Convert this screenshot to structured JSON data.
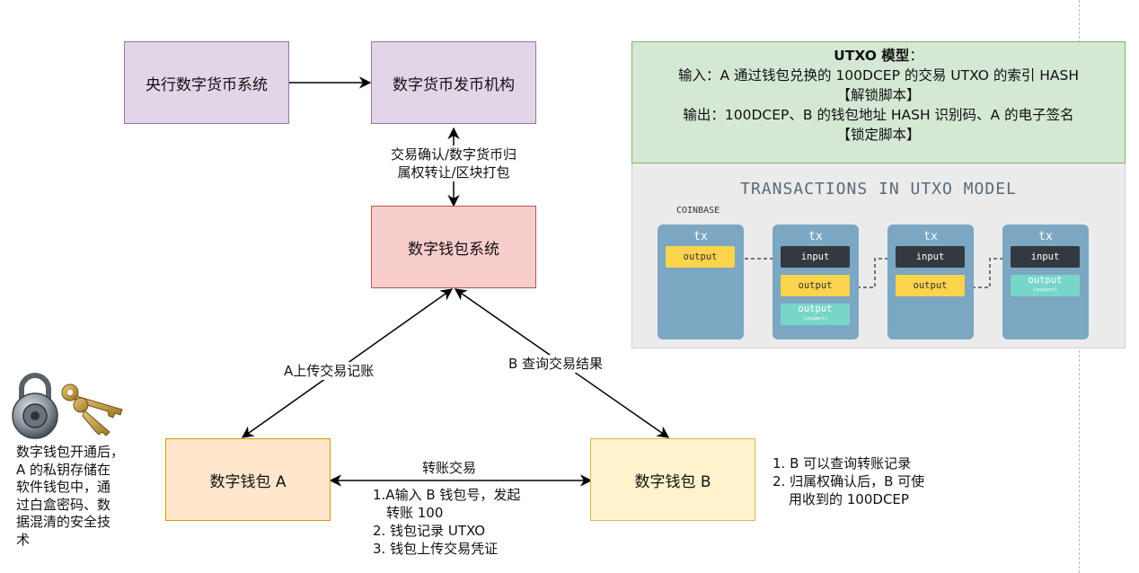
{
  "nodes": {
    "central_bank": "央行数字货币系统",
    "issuer": "数字货币发币机构",
    "wallet_system": "数字钱包系统",
    "wallet_a": "数字钱包 A",
    "wallet_b": "数字钱包 B"
  },
  "edge_labels": {
    "issuer_wallet_line1": "交易确认/数字货币归",
    "issuer_wallet_line2": "属权转让/区块打包",
    "a_upload": "A上传交易记账",
    "b_query": "B 查询交易结果",
    "transfer": "转账交易"
  },
  "transfer_steps": {
    "step1_line1": "1.A输入 B 钱包号，发起",
    "step1_line2": "转账 100",
    "step2": "2. 钱包记录 UTXO",
    "step3": "3. 钱包上传交易凭证"
  },
  "wallet_b_notes": {
    "line1": "1. B 可以查询转账记录",
    "line2": "2. 归属权确认后，B 可使",
    "line3": "用收到的 100DCEP"
  },
  "wallet_a_note": {
    "line1": "数字钱包开通后，",
    "line2": "A 的私钥存储在",
    "line3": "软件钱包中，通",
    "line4": "过白盒密码、数",
    "line5": "据混清的安全技",
    "line6": "术"
  },
  "utxo_model": {
    "title_bold": "UTXO 模型",
    "title_suffix": "：",
    "input_line": "输入：A 通过钱包兑换的 100DCEP 的交易 UTXO 的索引 HASH",
    "unlock_script": "【解锁脚本】",
    "output_line": "输出：100DCEP、B 的钱包地址 HASH 识别码、A 的电子签名",
    "lock_script": "【锁定脚本】"
  },
  "utxo_figure": {
    "title": "TRANSACTIONS IN UTXO MODEL",
    "coinbase_label": "COINBASE",
    "tx_label": "tx",
    "input_label": "input",
    "output_label": "output",
    "unspent_label": "(unspent)"
  },
  "icons": [
    "padlock-icon",
    "keys-icon"
  ],
  "colors": {
    "purple_fill": "#e1d5e7",
    "red_fill": "#f8cecc",
    "orange_fill": "#ffe6cc",
    "yellow_fill": "#fff2cc",
    "green_fill": "#d5e8d4"
  }
}
